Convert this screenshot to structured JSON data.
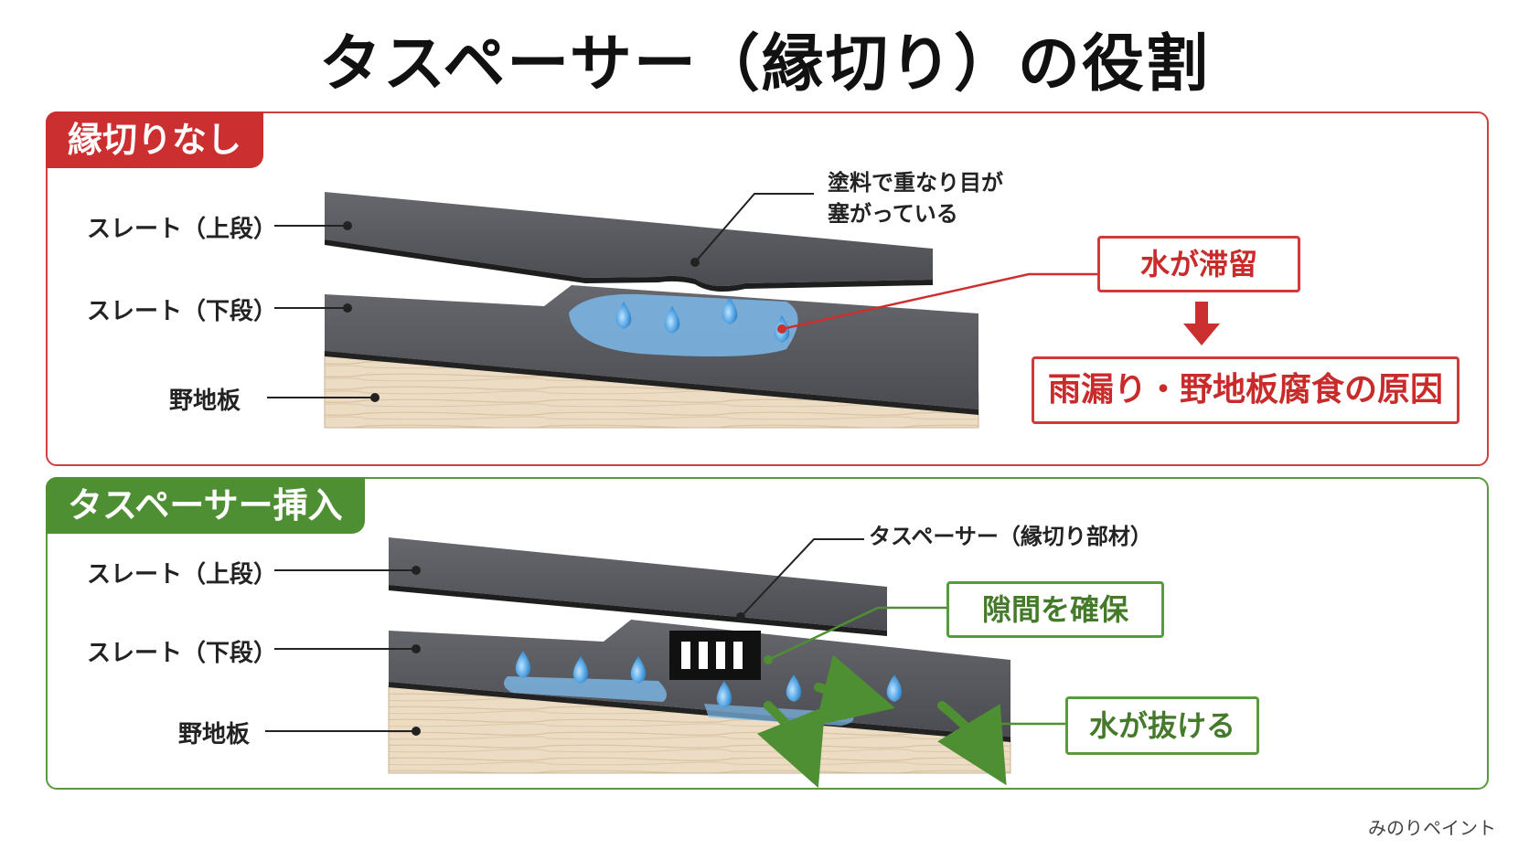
{
  "title": "タスペーサー（縁切り）の役割",
  "top_panel": {
    "tag": "縁切りなし",
    "labels": {
      "upper_slate": "スレート（上段）",
      "lower_slate": "スレート（下段）",
      "sheathing": "野地板"
    },
    "callout_line1": "塗料で重なり目が",
    "callout_line2": "塞がっている",
    "water_box": "水が滞留",
    "result_box": "雨漏り・野地板腐食の原因"
  },
  "bottom_panel": {
    "tag": "タスペーサー挿入",
    "labels": {
      "upper_slate": "スレート（上段）",
      "lower_slate": "スレート（下段）",
      "sheathing": "野地板"
    },
    "callout": "タスペーサー（縁切り部材）",
    "gap_box": "隙間を確保",
    "drain_box": "水が抜ける"
  },
  "watermark": "みのりペイント",
  "colors": {
    "red": "#cc2f2f",
    "green": "#4f8f33",
    "slate": "#55575c",
    "wood": "#ead8bf",
    "water": "#5aa9e6"
  }
}
